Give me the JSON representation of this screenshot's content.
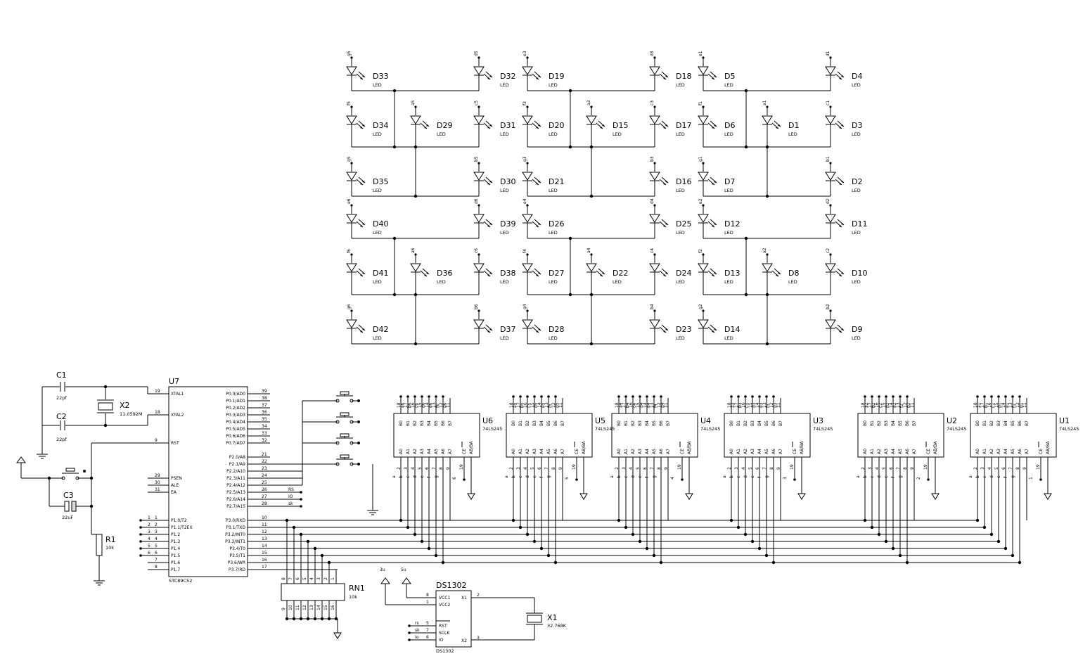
{
  "leds": [
    {
      "ref": "D33",
      "val": "LED",
      "net": "g5"
    },
    {
      "ref": "D32",
      "val": "LED",
      "net": "d5"
    },
    {
      "ref": "D19",
      "val": "LED",
      "net": "e3"
    },
    {
      "ref": "D18",
      "val": "LED",
      "net": "d3"
    },
    {
      "ref": "D5",
      "val": "LED",
      "net": "e1"
    },
    {
      "ref": "D4",
      "val": "LED",
      "net": "d1"
    },
    {
      "ref": "D34",
      "val": "LED",
      "net": "f5"
    },
    {
      "ref": "D29",
      "val": "LED",
      "net": "a5"
    },
    {
      "ref": "D31",
      "val": "LED",
      "net": "c5"
    },
    {
      "ref": "D20",
      "val": "LED",
      "net": "f3"
    },
    {
      "ref": "D15",
      "val": "LED",
      "net": "a3"
    },
    {
      "ref": "D17",
      "val": "LED",
      "net": "c3"
    },
    {
      "ref": "D6",
      "val": "LED",
      "net": "f1"
    },
    {
      "ref": "D1",
      "val": "LED",
      "net": "a1"
    },
    {
      "ref": "D3",
      "val": "LED",
      "net": "c1"
    },
    {
      "ref": "D35",
      "val": "LED",
      "net": "g5"
    },
    {
      "ref": "D30",
      "val": "LED",
      "net": "b5"
    },
    {
      "ref": "D21",
      "val": "LED",
      "net": "g3"
    },
    {
      "ref": "D16",
      "val": "LED",
      "net": "b3"
    },
    {
      "ref": "D7",
      "val": "LED",
      "net": "g1"
    },
    {
      "ref": "D2",
      "val": "LED",
      "net": "b1"
    },
    {
      "ref": "D40",
      "val": "LED",
      "net": "e6"
    },
    {
      "ref": "D39",
      "val": "LED",
      "net": "d6"
    },
    {
      "ref": "D26",
      "val": "LED",
      "net": "e4"
    },
    {
      "ref": "D25",
      "val": "LED",
      "net": "d4"
    },
    {
      "ref": "D12",
      "val": "LED",
      "net": "e2"
    },
    {
      "ref": "D11",
      "val": "LED",
      "net": "d2"
    },
    {
      "ref": "D41",
      "val": "LED",
      "net": "f6"
    },
    {
      "ref": "D36",
      "val": "LED",
      "net": "a6"
    },
    {
      "ref": "D38",
      "val": "LED",
      "net": "c6"
    },
    {
      "ref": "D27",
      "val": "LED",
      "net": "f4"
    },
    {
      "ref": "D22",
      "val": "LED",
      "net": "a4"
    },
    {
      "ref": "D24",
      "val": "LED",
      "net": "c4"
    },
    {
      "ref": "D13",
      "val": "LED",
      "net": "f2"
    },
    {
      "ref": "D8",
      "val": "LED",
      "net": "a2"
    },
    {
      "ref": "D10",
      "val": "LED",
      "net": "c2"
    },
    {
      "ref": "D42",
      "val": "LED",
      "net": "g6"
    },
    {
      "ref": "D37",
      "val": "LED",
      "net": "b6"
    },
    {
      "ref": "D28",
      "val": "LED",
      "net": "g4"
    },
    {
      "ref": "D23",
      "val": "LED",
      "net": "b4"
    },
    {
      "ref": "D14",
      "val": "LED",
      "net": "g2"
    },
    {
      "ref": "D9",
      "val": "LED",
      "net": "b2"
    }
  ],
  "buffers": [
    {
      "ref": "U6",
      "val": "74LS245",
      "n": "6"
    },
    {
      "ref": "U5",
      "val": "74LS245",
      "n": "5"
    },
    {
      "ref": "U4",
      "val": "74LS245",
      "n": "4"
    },
    {
      "ref": "U3",
      "val": "74LS245",
      "n": "3"
    },
    {
      "ref": "U2",
      "val": "74LS245",
      "n": "2"
    },
    {
      "ref": "U1",
      "val": "74LS245",
      "n": "1"
    }
  ],
  "buffer_pins": {
    "b_names": [
      "B0",
      "B1",
      "B2",
      "B3",
      "B4",
      "B5",
      "B6",
      "B7"
    ],
    "a_names": [
      "A0",
      "A1",
      "A2",
      "A3",
      "A4",
      "A5",
      "A6",
      "A7"
    ],
    "ce": "CE",
    "ab": "AB/BA",
    "top_nums": [
      "18",
      "17",
      "16",
      "15",
      "14",
      "13",
      "12",
      "11"
    ],
    "bot_nums": [
      "2",
      "3",
      "4",
      "5",
      "6",
      "7",
      "8",
      "9"
    ],
    "ce_num": "19",
    "ab_num": "1",
    "a_nets": [
      "a",
      "b",
      "c",
      "d",
      "e",
      "f",
      "g"
    ]
  },
  "mcu": {
    "ref": "U7",
    "val": "STC89C52",
    "left_pins": [
      {
        "name": "XTAL1",
        "num": "19"
      },
      {
        "name": "XTAL2",
        "num": "18"
      },
      {
        "name": "RST",
        "num": "9"
      },
      {
        "name": "PSEN",
        "num": "29"
      },
      {
        "name": "ALE",
        "num": "30"
      },
      {
        "name": "EA",
        "num": "31"
      },
      {
        "name": "P1.0/T2",
        "num": "1"
      },
      {
        "name": "P1.1/T2EX",
        "num": "2"
      },
      {
        "name": "P1.2",
        "num": "3"
      },
      {
        "name": "P1.3",
        "num": "4"
      },
      {
        "name": "P1.4",
        "num": "5"
      },
      {
        "name": "P1.5",
        "num": "6"
      },
      {
        "name": "P1.6",
        "num": "7"
      },
      {
        "name": "P1.7",
        "num": "8"
      }
    ],
    "p1_outer_nums": [
      "1",
      "2",
      "3",
      "4",
      "5",
      "6"
    ],
    "right_pins": [
      {
        "name": "P0.0/AD0",
        "num": "39"
      },
      {
        "name": "P0.1/AD1",
        "num": "38"
      },
      {
        "name": "P0.2/AD2",
        "num": "37"
      },
      {
        "name": "P0.3/AD3",
        "num": "36"
      },
      {
        "name": "P0.4/AD4",
        "num": "35"
      },
      {
        "name": "P0.5/AD5",
        "num": "34"
      },
      {
        "name": "P0.6/AD6",
        "num": "33"
      },
      {
        "name": "P0.7/AD7",
        "num": "32"
      },
      {
        "name": "P2.0/A8",
        "num": "21"
      },
      {
        "name": "P2.1/A9",
        "num": "22"
      },
      {
        "name": "P2.2/A10",
        "num": "23"
      },
      {
        "name": "P2.3/A11",
        "num": "24"
      },
      {
        "name": "P2.4/A12",
        "num": "25"
      },
      {
        "name": "P2.5/A13",
        "num": "26"
      },
      {
        "name": "P2.6/A14",
        "num": "27"
      },
      {
        "name": "P2.7/A15",
        "num": "28"
      },
      {
        "name": "P3.0/RXD",
        "num": "10"
      },
      {
        "name": "P3.1/TXD",
        "num": "11"
      },
      {
        "name": "P3.2/INT0",
        "num": "12"
      },
      {
        "name": "P3.3/INT1",
        "num": "13"
      },
      {
        "name": "P3.4/T0",
        "num": "14"
      },
      {
        "name": "P3.5/T1",
        "num": "15"
      },
      {
        "name": "P3.6/WR",
        "num": "16"
      },
      {
        "name": "P3.7/RD",
        "num": "17"
      }
    ],
    "p2_nets": [
      "RS",
      "IO",
      "sk"
    ]
  },
  "passives": {
    "c1": {
      "ref": "C1",
      "val": "22pf"
    },
    "c2": {
      "ref": "C2",
      "val": "22pf"
    },
    "c3": {
      "ref": "C3",
      "val": "22uF"
    },
    "x2": {
      "ref": "X2",
      "val": "11.0592M"
    },
    "r1": {
      "ref": "R1",
      "val": "10k"
    },
    "x1": {
      "ref": "X1",
      "val": "32.768K"
    }
  },
  "rn1": {
    "ref": "RN1",
    "val": "10k",
    "top_nums": [
      "8",
      "7",
      "6",
      "5",
      "4",
      "3",
      "2",
      "1"
    ],
    "bot_nums": [
      "9",
      "10",
      "11",
      "12",
      "13",
      "14",
      "15",
      "16"
    ]
  },
  "rtc": {
    "ref": "DS1302",
    "val": "DS1302",
    "pins": [
      {
        "name": "VCC1",
        "num": "8"
      },
      {
        "name": "VCC2",
        "num": "1"
      },
      {
        "name": "RST",
        "num": "5"
      },
      {
        "name": "SCLK",
        "num": "7"
      },
      {
        "name": "IO",
        "num": "6"
      },
      {
        "name": "X1",
        "num": "2"
      },
      {
        "name": "X2",
        "num": "3"
      }
    ],
    "nets": [
      "rs",
      "sk",
      "io"
    ],
    "supplies": [
      "3u",
      "5u"
    ]
  }
}
